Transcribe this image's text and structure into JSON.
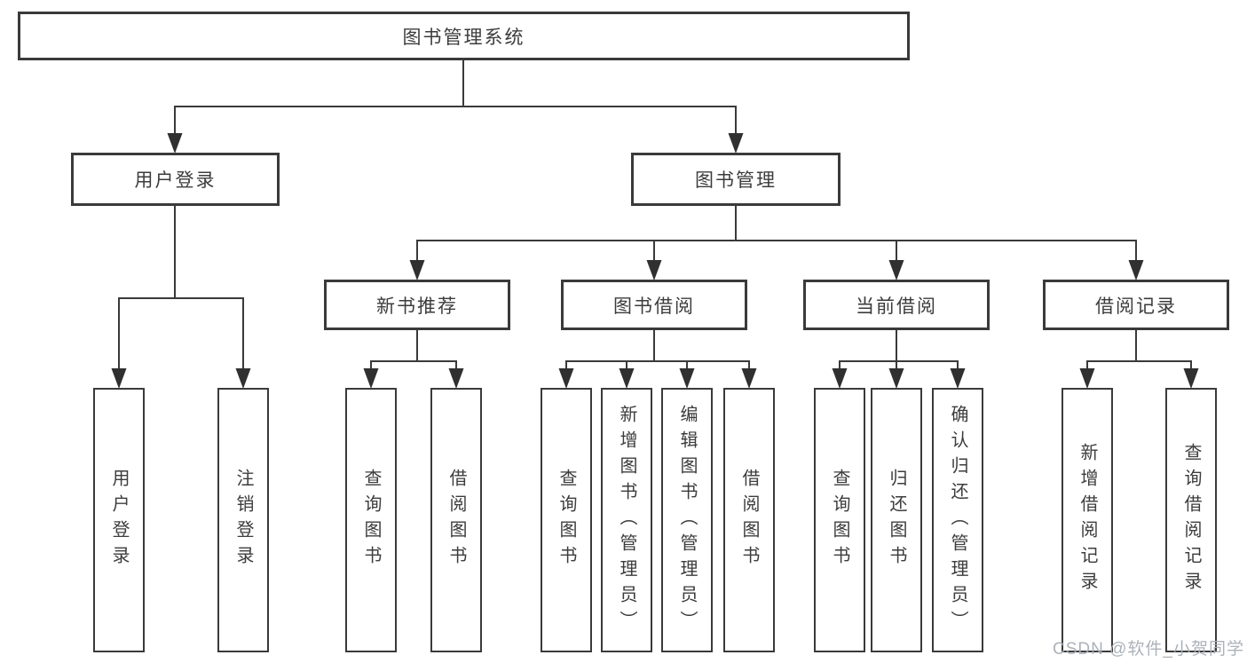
{
  "tree": {
    "label": "图书管理系统",
    "children": [
      {
        "label": "用户登录",
        "children": [
          {
            "label": "用户登录"
          },
          {
            "label": "注销登录"
          }
        ]
      },
      {
        "label": "图书管理",
        "children": [
          {
            "label": "新书推荐",
            "children": [
              {
                "label": "查询图书"
              },
              {
                "label": "借阅图书"
              }
            ]
          },
          {
            "label": "图书借阅",
            "children": [
              {
                "label": "查询图书"
              },
              {
                "label": "新增图书（管理员）"
              },
              {
                "label": "编辑图书（管理员）"
              },
              {
                "label": "借阅图书"
              }
            ]
          },
          {
            "label": "当前借阅",
            "children": [
              {
                "label": "查询图书"
              },
              {
                "label": "归还图书"
              },
              {
                "label": "确认归还（管理员）"
              }
            ]
          },
          {
            "label": "借阅记录",
            "children": [
              {
                "label": "新增借阅记录"
              },
              {
                "label": "查询借阅记录"
              }
            ]
          }
        ]
      }
    ]
  },
  "watermark": "CSDN @软件_小贺同学",
  "colors": {
    "line": "#3a3a3a",
    "arrow_fill": "#303030",
    "text": "#3c3c3c",
    "watermark": "#a8aeb6",
    "background": "#ffffff"
  }
}
